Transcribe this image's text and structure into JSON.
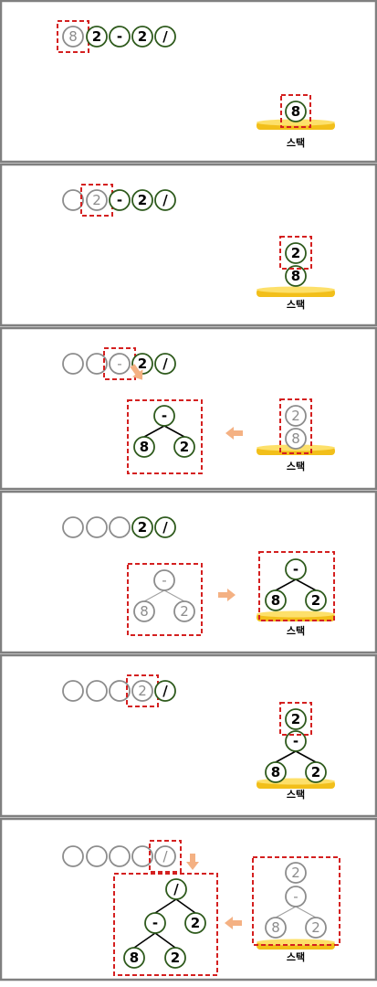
{
  "stack_label": "스택",
  "colors": {
    "frame": "#808080",
    "node_active": "#2e5a1c",
    "node_inactive": "#8c8c8c",
    "text_active": "#000000",
    "text_inactive": "#8c8c8c",
    "highlight": "#d42020",
    "stack_base": "#f2bf1a",
    "stack_base_top": "#fde06a",
    "arrow": "#f4b183"
  },
  "panels": [
    {
      "name": "step-1",
      "tokens": [
        {
          "label": "8",
          "state": "current"
        },
        {
          "label": "2",
          "state": "pending"
        },
        {
          "label": "-",
          "state": "pending"
        },
        {
          "label": "2",
          "state": "pending"
        },
        {
          "label": "/",
          "state": "pending"
        }
      ],
      "stack": [
        {
          "label": "8",
          "highlight": true
        }
      ]
    },
    {
      "name": "step-2",
      "tokens": [
        {
          "label": "",
          "state": "done"
        },
        {
          "label": "2",
          "state": "current"
        },
        {
          "label": "-",
          "state": "pending"
        },
        {
          "label": "2",
          "state": "pending"
        },
        {
          "label": "/",
          "state": "pending"
        }
      ],
      "stack": [
        {
          "label": "8"
        },
        {
          "label": "2",
          "highlight": true
        }
      ]
    },
    {
      "name": "step-3",
      "tokens": [
        {
          "label": "",
          "state": "done"
        },
        {
          "label": "",
          "state": "done"
        },
        {
          "label": "-",
          "state": "current"
        },
        {
          "label": "2",
          "state": "pending"
        },
        {
          "label": "/",
          "state": "pending"
        }
      ],
      "stack": [
        {
          "label": "8",
          "faded": true
        },
        {
          "label": "2",
          "faded": true
        }
      ],
      "stack_box": true,
      "tree": {
        "label": "-",
        "children": [
          {
            "label": "8"
          },
          {
            "label": "2"
          }
        ]
      },
      "tree_box": true,
      "arrow": "to-tree"
    },
    {
      "name": "step-4",
      "tokens": [
        {
          "label": "",
          "state": "done"
        },
        {
          "label": "",
          "state": "done"
        },
        {
          "label": "",
          "state": "done"
        },
        {
          "label": "2",
          "state": "pending"
        },
        {
          "label": "/",
          "state": "pending"
        }
      ],
      "tree": {
        "label": "-",
        "faded": true,
        "children": [
          {
            "label": "8",
            "faded": true
          },
          {
            "label": "2",
            "faded": true
          }
        ]
      },
      "tree_box": true,
      "stack_tree": {
        "label": "-",
        "children": [
          {
            "label": "8"
          },
          {
            "label": "2"
          }
        ]
      },
      "stack_box": true,
      "arrow": "to-stack"
    },
    {
      "name": "step-5",
      "tokens": [
        {
          "label": "",
          "state": "done"
        },
        {
          "label": "",
          "state": "done"
        },
        {
          "label": "",
          "state": "done"
        },
        {
          "label": "2",
          "state": "current"
        },
        {
          "label": "/",
          "state": "pending"
        }
      ],
      "stack_tree": {
        "label": "-",
        "children": [
          {
            "label": "8"
          },
          {
            "label": "2"
          }
        ]
      },
      "stack_top": {
        "label": "2",
        "highlight": true
      }
    },
    {
      "name": "step-6",
      "tokens": [
        {
          "label": "",
          "state": "done"
        },
        {
          "label": "",
          "state": "done"
        },
        {
          "label": "",
          "state": "done"
        },
        {
          "label": "",
          "state": "done"
        },
        {
          "label": "/",
          "state": "current"
        }
      ],
      "stack_tree": {
        "label": "-",
        "faded": true,
        "children": [
          {
            "label": "8",
            "faded": true
          },
          {
            "label": "2",
            "faded": true
          }
        ]
      },
      "stack_top": {
        "label": "2",
        "faded": true
      },
      "stack_box": true,
      "big_tree": {
        "label": "/",
        "children": [
          {
            "label": "-",
            "children": [
              {
                "label": "8"
              },
              {
                "label": "2"
              }
            ]
          },
          {
            "label": "2"
          }
        ]
      },
      "tree_box": true,
      "arrow": "to-tree-down"
    }
  ]
}
